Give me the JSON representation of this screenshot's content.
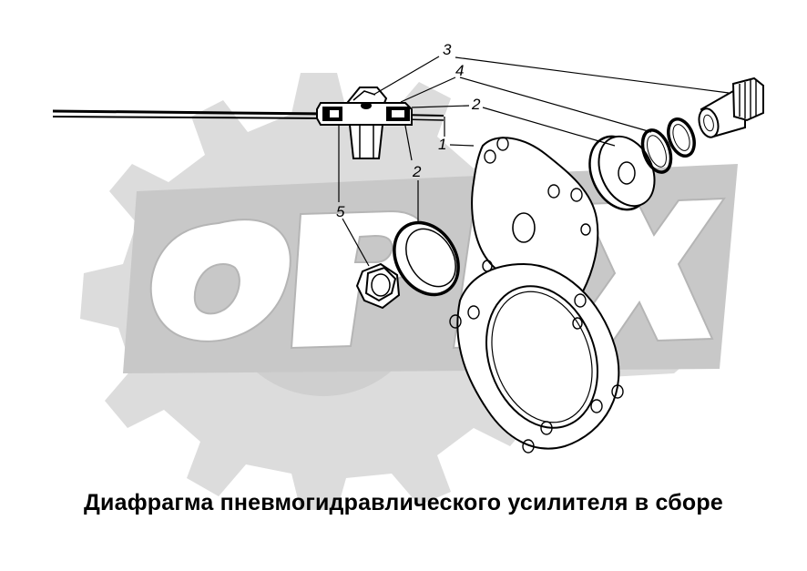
{
  "caption": "Диафрагма пневмогидравлического усилителя в сборе",
  "callouts": {
    "c1": "1",
    "c2a": "2",
    "c2b": "2",
    "c3": "3",
    "c4": "4",
    "c5": "5"
  },
  "watermark_color": "#cfcfcf",
  "watermark_letters_color": "#ffffff"
}
